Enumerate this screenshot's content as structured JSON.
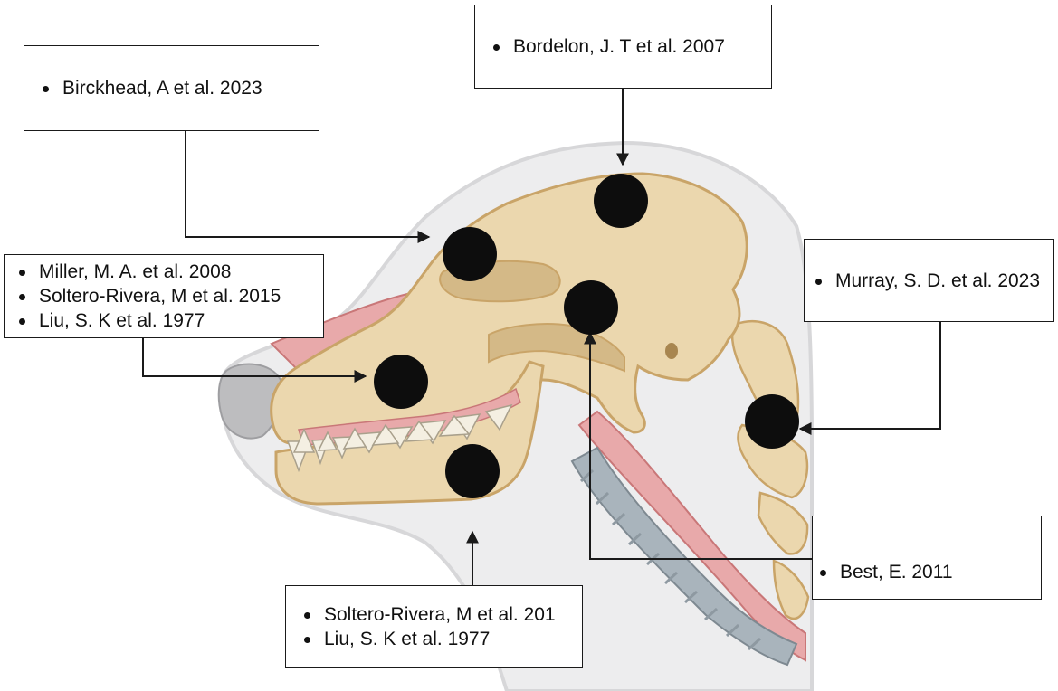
{
  "references": {
    "birckhead": [
      "Birckhead, A et al. 2023"
    ],
    "bordelon": [
      "Bordelon, J. T et al. 2007"
    ],
    "maxilla": [
      "Miller, M. A. et al. 2008",
      "Soltero-Rivera, M et al. 2015",
      "Liu, S. K et al. 1977"
    ],
    "murray": [
      "Murray, S. D. et al. 2023"
    ],
    "best": [
      "Best, E. 2011"
    ],
    "mandible": [
      "Soltero-Rivera, M et al. 201",
      "Liu, S. K et al. 1977"
    ]
  },
  "colors": {
    "bone": "#EBD7AE",
    "bone_outline": "#C9A468",
    "bone_shadow": "#D4B987",
    "marker": "#0d0d0d",
    "soft_tissue": "#EDEDEE",
    "soft_tissue_outline": "#D7D7D9",
    "tongue": "#E8A9AA",
    "tongue_outline": "#C97778",
    "trachea": "#A9B4BC",
    "nose": "#BDBDBF",
    "line": "#1a1a1a"
  }
}
